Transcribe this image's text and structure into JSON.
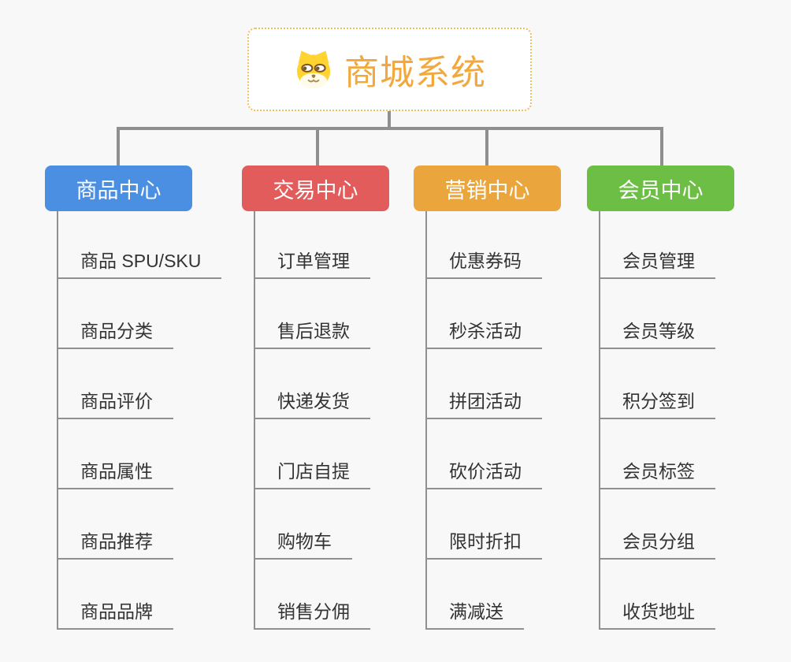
{
  "root": {
    "title": "商城系统",
    "icon": "doge-icon",
    "text_color": "#f2a83c",
    "border_color": "#f0be63"
  },
  "branches": [
    {
      "label": "商品中心",
      "color": "#4b8fe2",
      "children": [
        "商品 SPU/SKU",
        "商品分类",
        "商品评价",
        "商品属性",
        "商品推荐",
        "商品品牌"
      ]
    },
    {
      "label": "交易中心",
      "color": "#e25c5c",
      "children": [
        "订单管理",
        "售后退款",
        "快递发货",
        "门店自提",
        "购物车",
        "销售分佣"
      ]
    },
    {
      "label": "营销中心",
      "color": "#eaa63c",
      "children": [
        "优惠券码",
        "秒杀活动",
        "拼团活动",
        "砍价活动",
        "限时折扣",
        "满减送"
      ]
    },
    {
      "label": "会员中心",
      "color": "#6cbe44",
      "children": [
        "会员管理",
        "会员等级",
        "积分签到",
        "会员标签",
        "会员分组",
        "收货地址"
      ]
    }
  ],
  "connector_color": "#8f8f8f",
  "background_color": "#f8f8f8",
  "leaf_text_color": "#333333"
}
